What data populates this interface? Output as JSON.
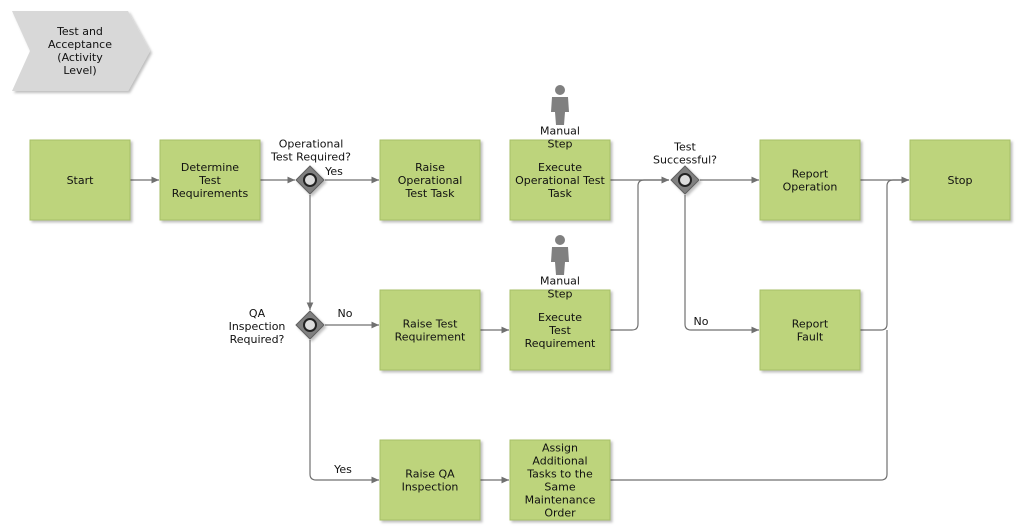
{
  "title_lines": [
    "Test and",
    "Acceptance",
    "(Activity",
    "Level)"
  ],
  "colors": {
    "task": "#bdd47c",
    "task_stroke": "#a8c068",
    "line": "#707070",
    "gateway": "#808080",
    "actor": "#808080"
  },
  "tasks": [
    {
      "id": "start",
      "lines": [
        "Start"
      ]
    },
    {
      "id": "determine",
      "lines": [
        "Determine",
        "Test",
        "Requirements"
      ]
    },
    {
      "id": "raise_op",
      "lines": [
        "Raise",
        "Operational",
        "Test Task"
      ]
    },
    {
      "id": "exec_op",
      "lines": [
        "Execute",
        "Operational Test",
        "Task"
      ]
    },
    {
      "id": "report_op",
      "lines": [
        "Report",
        "Operation"
      ]
    },
    {
      "id": "stop",
      "lines": [
        "Stop"
      ]
    },
    {
      "id": "raise_req",
      "lines": [
        "Raise Test",
        "Requirement"
      ]
    },
    {
      "id": "exec_req",
      "lines": [
        "Execute",
        "Test",
        "Requirement"
      ]
    },
    {
      "id": "report_fault",
      "lines": [
        "Report",
        "Fault"
      ]
    },
    {
      "id": "raise_qa",
      "lines": [
        "Raise QA",
        "Inspection"
      ]
    },
    {
      "id": "assign",
      "lines": [
        "Assign",
        "Additional",
        "Tasks to the",
        "Same",
        "Maintenance",
        "Order"
      ]
    }
  ],
  "gateways": [
    {
      "id": "g_optest",
      "lines": [
        "Operational",
        "Test Required?"
      ]
    },
    {
      "id": "g_qa",
      "lines": [
        "QA",
        "Inspection",
        "Required?"
      ]
    },
    {
      "id": "g_success",
      "lines": [
        "Test",
        "Successful?"
      ]
    }
  ],
  "actors": [
    {
      "id": "manual1",
      "lines": [
        "Manual",
        "Step"
      ]
    },
    {
      "id": "manual2",
      "lines": [
        "Manual",
        "Step"
      ]
    }
  ],
  "edge_labels": [
    {
      "id": "yes1",
      "text": "Yes"
    },
    {
      "id": "no1",
      "text": "No"
    },
    {
      "id": "yes2",
      "text": "Yes"
    },
    {
      "id": "no2",
      "text": "No"
    }
  ]
}
